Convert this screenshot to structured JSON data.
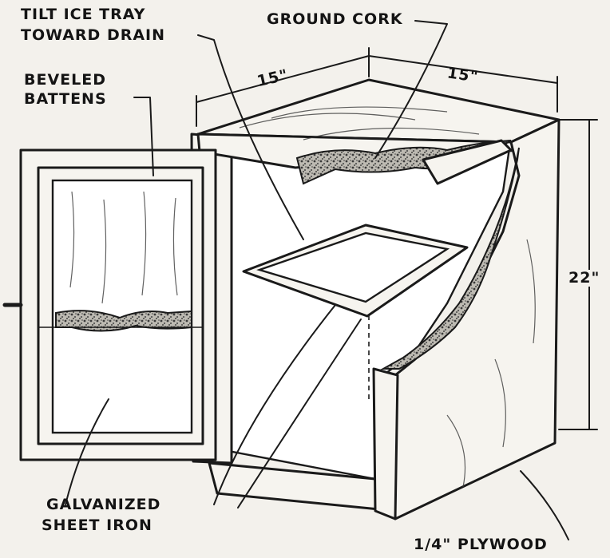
{
  "labels": {
    "tilt_line1": "TILT ICE TRAY",
    "tilt_line2": "TOWARD DRAIN",
    "ground_cork": "GROUND CORK",
    "beveled_line1": "BEVELED",
    "beveled_line2": "BATTENS",
    "dim_left": "15\"",
    "dim_right": "15\"",
    "dim_height": "22\"",
    "galv_line1": "GALVANIZED",
    "galv_line2": "SHEET IRON",
    "plywood": "1/4\" PLYWOOD"
  }
}
